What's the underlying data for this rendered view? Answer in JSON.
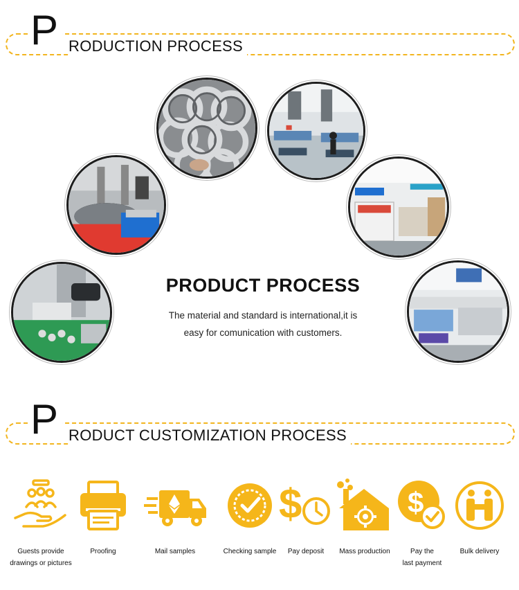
{
  "section1": {
    "big_letter": "P",
    "rest": "RODUCTION PROCESS"
  },
  "center": {
    "title": "PRODUCT PROCESS",
    "line1": "The material and standard is international,it is",
    "line2": "easy for comunication with customers."
  },
  "section2": {
    "big_letter": "P",
    "rest": "RODUCT CUSTOMIZATION PROCESS"
  },
  "colors": {
    "accent": "#f2b51f",
    "icon_yellow": "#f5b61a"
  },
  "steps": [
    {
      "line1": "Guests provide",
      "line2": "drawings or pictures",
      "icon": "hand-people-icon"
    },
    {
      "line1": "Proofing",
      "line2": "",
      "icon": "printer-icon"
    },
    {
      "line1": "Mail samples",
      "line2": "",
      "icon": "delivery-truck-icon"
    },
    {
      "line1": "Checking sample",
      "line2": "",
      "icon": "quality-badge-icon"
    },
    {
      "line1": "Pay deposit",
      "line2": "",
      "icon": "dollar-clock-icon"
    },
    {
      "line1": "Mass production",
      "line2": "",
      "icon": "factory-gear-icon"
    },
    {
      "line1": "Pay the",
      "line2": "last payment",
      "icon": "dollar-check-icon"
    },
    {
      "line1": "Bulk delivery",
      "line2": "",
      "icon": "handshake-icon"
    }
  ]
}
